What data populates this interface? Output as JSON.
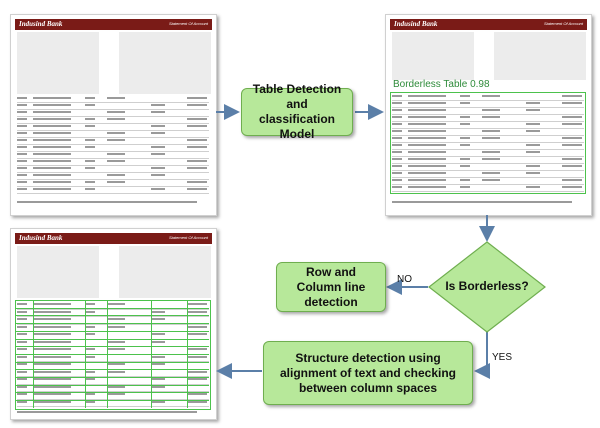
{
  "colors": {
    "node_fill": "#b7e89a",
    "node_border": "#6fae4f",
    "arrow": "#5b7fa8",
    "header": "#7a1b17",
    "detection_green": "#4cc24c"
  },
  "documents": {
    "bank_name": "Indusind Bank",
    "statement_label": "Statement Of Account",
    "borderless_label": "Borderless Table 0.98"
  },
  "nodes": {
    "table_detection": "Table Detection and classification Model",
    "is_borderless": "Is Borderless?",
    "row_column": "Row and Column line detection",
    "structure_detection": "Structure detection using alignment of text and checking between column spaces"
  },
  "edges": {
    "no": "NO",
    "yes": "YES"
  }
}
